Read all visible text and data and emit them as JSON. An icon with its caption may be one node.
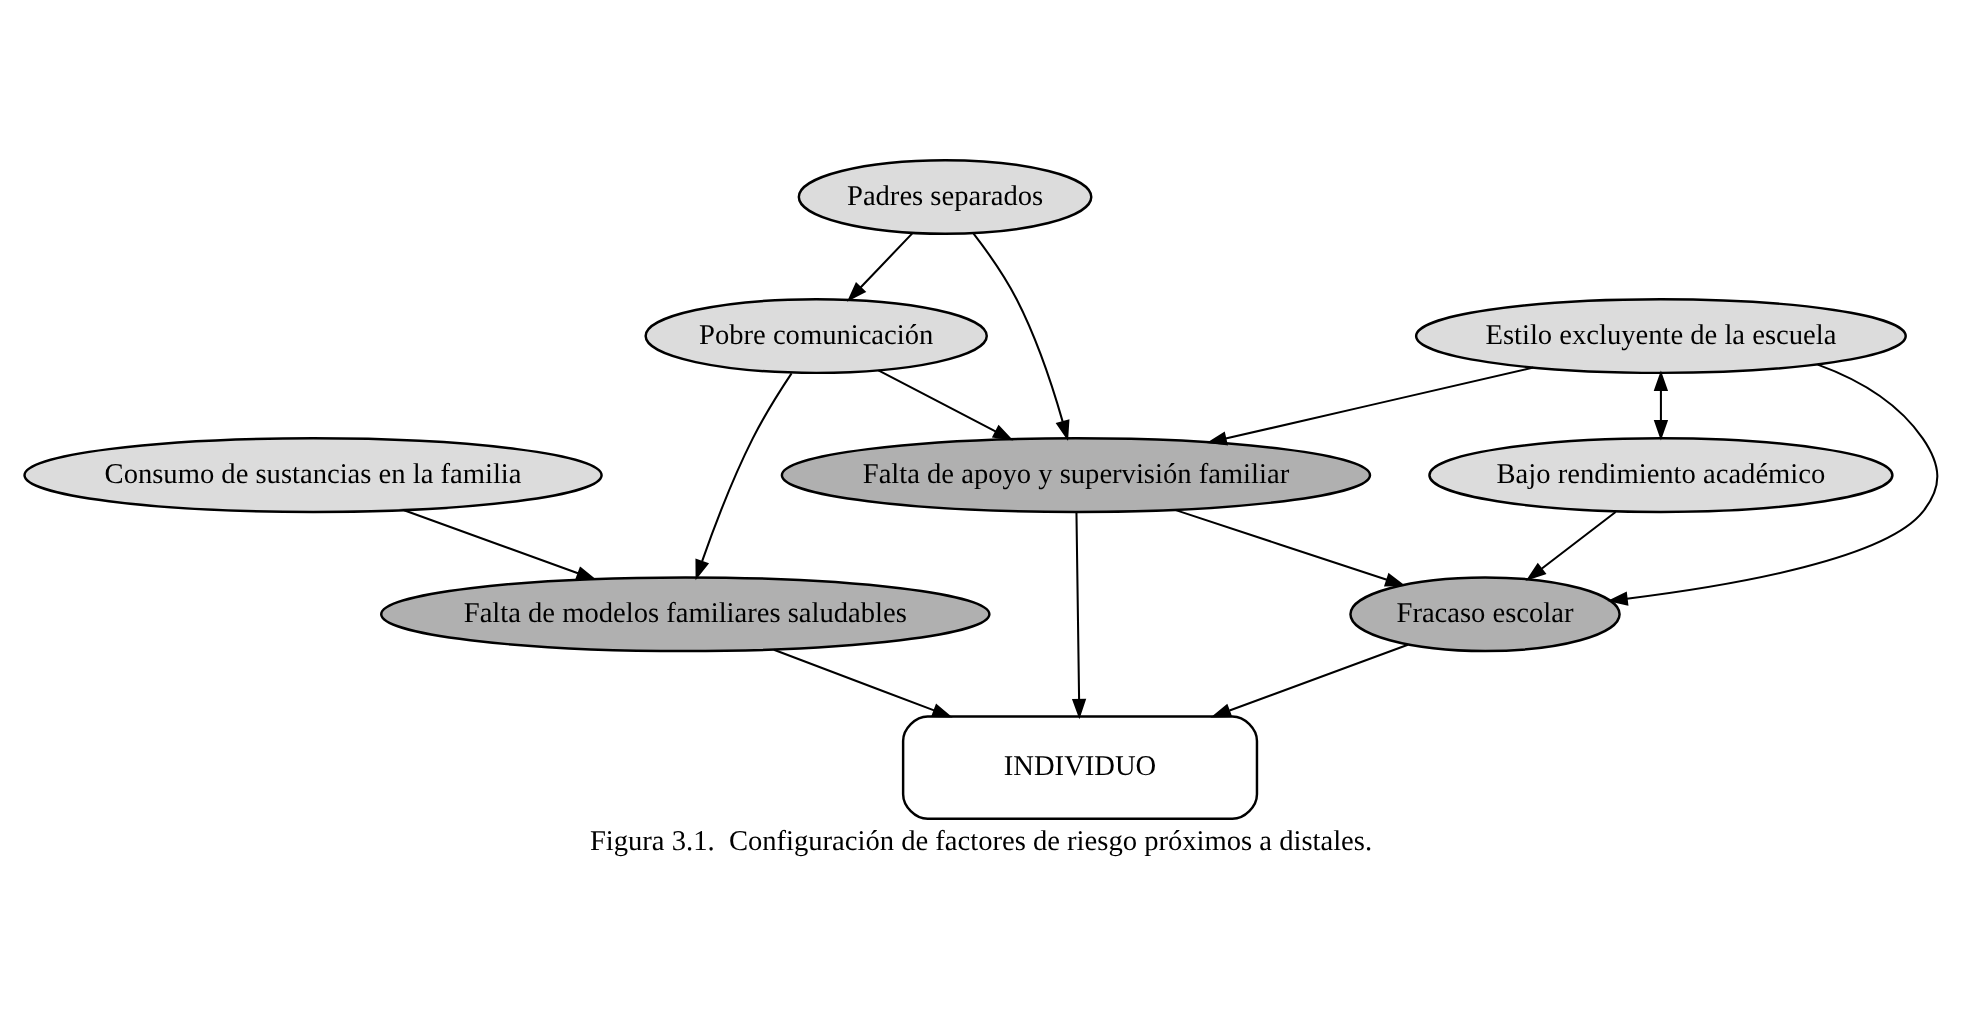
{
  "diagram": {
    "caption": "Figura 3.1.  Configuración de factores de riesgo próximos a distales.",
    "nodes": [
      {
        "text": [
          "Padres separados"
        ]
      },
      {
        "text": [
          "Estilo excluyente de la escuela"
        ]
      },
      {
        "text": [
          "Pobre comunicación"
        ]
      },
      {
        "text": [
          "Bajo rendimiento académico"
        ]
      },
      {
        "text": [
          "Falta de apoyo y supervisión familiar"
        ]
      },
      {
        "text": [
          "Consumo de sustancias en la familia"
        ]
      },
      {
        "text": [
          "Fracaso escolar"
        ]
      },
      {
        "text": [
          "Falta de modelos familiares saludables"
        ]
      },
      {
        "text": [
          "INDIVIDUO"
        ]
      }
    ],
    "edges": [
      {
        "from": 0,
        "to": 2,
        "arrow": "to"
      },
      {
        "from": 0,
        "to": 4,
        "arrow": "to"
      },
      {
        "from": 1,
        "to": 3,
        "arrow": "both"
      },
      {
        "from": 1,
        "to": 6,
        "arrow": "to"
      },
      {
        "from": 1,
        "to": 4,
        "arrow": "to"
      },
      {
        "from": 2,
        "to": 4,
        "arrow": "to"
      },
      {
        "from": 2,
        "to": 7,
        "arrow": "to"
      },
      {
        "from": 3,
        "to": 6,
        "arrow": "to"
      },
      {
        "from": 4,
        "to": 6,
        "arrow": "to"
      },
      {
        "from": 4,
        "to": 8,
        "arrow": "to"
      },
      {
        "from": 5,
        "to": 7,
        "arrow": "to"
      },
      {
        "from": 6,
        "to": 8,
        "arrow": "to"
      },
      {
        "from": 7,
        "to": 8,
        "arrow": "to"
      }
    ]
  }
}
